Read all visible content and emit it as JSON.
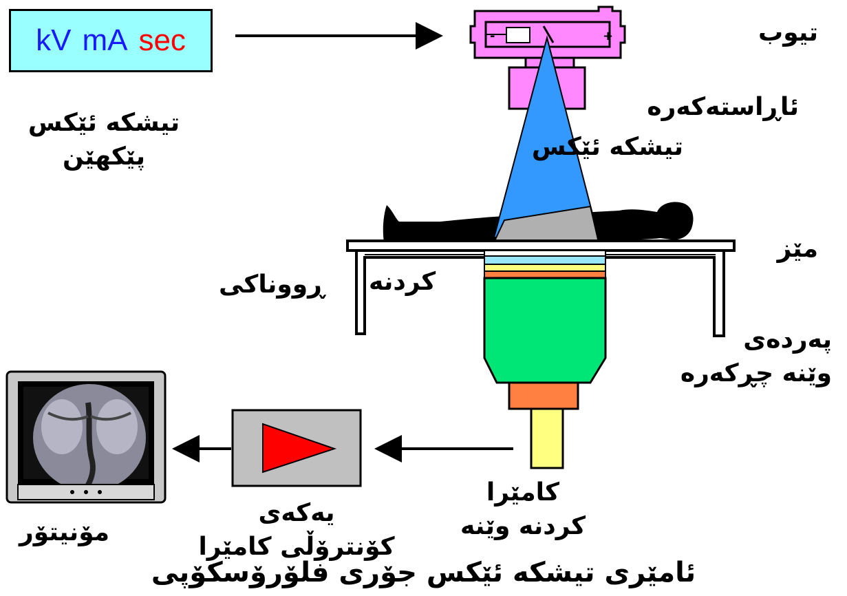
{
  "settings_box": {
    "kv": "kV",
    "ma": "mA",
    "sec": "sec"
  },
  "labels": {
    "tube": "تیوب",
    "collimator": "ئاڕاستەکەرە",
    "xray_beam": "تیشکە ئێکس",
    "exposure_line1": "تیشکە ئێکس",
    "exposure_line2": "پێکهێن",
    "table": "مێز",
    "lighting": "ڕووناکی",
    "lighting_verb": "کردنە",
    "intensifier_line1": "پەردەی",
    "intensifier_line2": "وێنە چڕکەرە",
    "camera_line1": "کامێرا",
    "camera_line2": "کردنە وێنە",
    "ccu_line1": "یەکەی",
    "ccu_line2": "کۆنترۆڵی کامێرا",
    "monitor": "مۆنیتۆر"
  },
  "title": "ئامێری تیشکە ئێکس جۆری فلۆرۆسکۆپی",
  "colors": {
    "box_bg": "#99ffff",
    "kv": "#1a1aff",
    "ma": "#1a1aff",
    "sec": "#ff0000",
    "tube": "#ff88ff",
    "beam": "#3399ff",
    "intensifier": "#00e676",
    "camera_base": "#ff8040",
    "camera_lens": "#ffff80",
    "triangle": "#ff0000"
  }
}
